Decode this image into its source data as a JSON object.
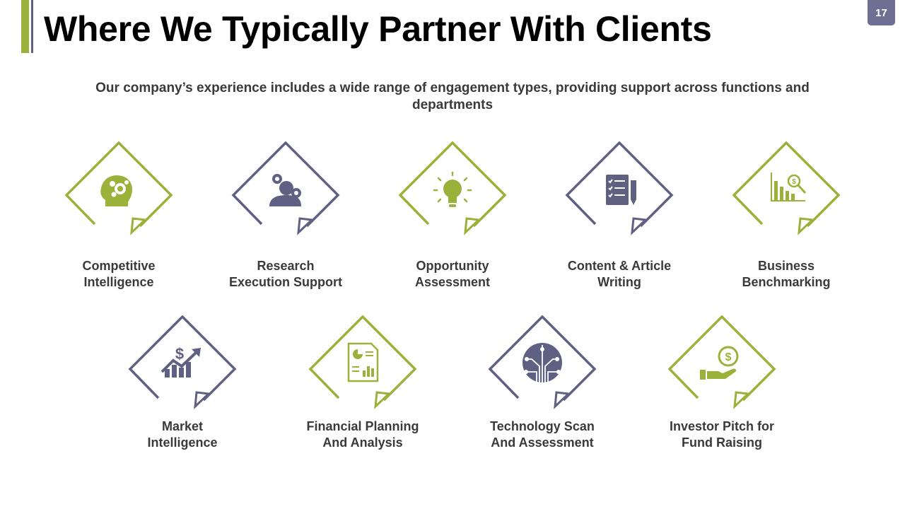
{
  "slide": {
    "title": "Where We Typically Partner With Clients",
    "page_number": "17",
    "subtitle": "Our company’s experience includes a wide range of engagement types, providing support across functions and departments"
  },
  "colors": {
    "green": "#9bb23a",
    "slate": "#5f6182"
  },
  "items": [
    {
      "line1": "Competitive",
      "line2": "Intelligence",
      "color": "green",
      "icon": "brain-gears-icon"
    },
    {
      "line1": "Research",
      "line2": "Execution Support",
      "color": "slate",
      "icon": "person-gears-icon"
    },
    {
      "line1": "Opportunity",
      "line2": "Assessment",
      "color": "green",
      "icon": "lightbulb-icon"
    },
    {
      "line1": "Content & Article",
      "line2": "Writing",
      "color": "slate",
      "icon": "checklist-pen-icon"
    },
    {
      "line1": "Business",
      "line2": "Benchmarking",
      "color": "green",
      "icon": "chart-magnifier-icon"
    },
    {
      "line1": "Market",
      "line2": "Intelligence",
      "color": "slate",
      "icon": "dollar-growth-icon"
    },
    {
      "line1": "Financial Planning",
      "line2": "And Analysis",
      "color": "green",
      "icon": "financial-report-icon"
    },
    {
      "line1": "Technology Scan",
      "line2": "And Assessment",
      "color": "slate",
      "icon": "circuit-icon"
    },
    {
      "line1": "Investor Pitch for",
      "line2": "Fund Raising",
      "color": "green",
      "icon": "hand-coin-icon"
    }
  ]
}
